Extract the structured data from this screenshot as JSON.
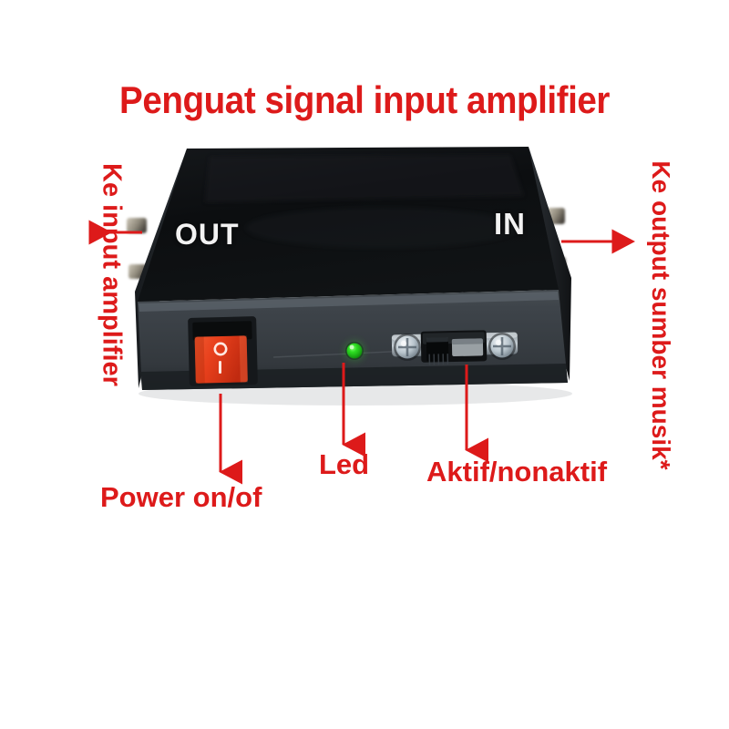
{
  "page": {
    "background": "#ffffff",
    "accent_red": "#dd1a1a",
    "title": "Penguat signal input amplifier"
  },
  "device": {
    "type": "signal-booster-amplifier-box",
    "body_color_top": "#0d0f11",
    "body_color_front": "#3a4045",
    "face_labels": {
      "out": "OUT",
      "in": "IN"
    },
    "controls": {
      "rocker_switch": {
        "name": "power-rocker-switch",
        "color": "#e8411f",
        "marking_top": "O",
        "marking_bottom": "I"
      },
      "led": {
        "name": "status-led",
        "color": "#14b414"
      },
      "slide_switch": {
        "name": "bypass-slide-switch",
        "position": "left"
      }
    }
  },
  "callouts": [
    {
      "id": "ke-input-amplifier",
      "text": "Ke input amplifier",
      "arrow": "left",
      "orientation": "vertical"
    },
    {
      "id": "ke-output-sumber-musik",
      "text": "Ke output sumber musik*",
      "arrow": "right",
      "orientation": "vertical"
    },
    {
      "id": "power-on-of",
      "text": "Power on/of",
      "arrow": "down",
      "orientation": "horizontal"
    },
    {
      "id": "led",
      "text": "Led",
      "arrow": "down",
      "orientation": "horizontal"
    },
    {
      "id": "aktif-nonaktif",
      "text": "Aktif/nonaktif",
      "arrow": "down",
      "orientation": "horizontal"
    }
  ]
}
